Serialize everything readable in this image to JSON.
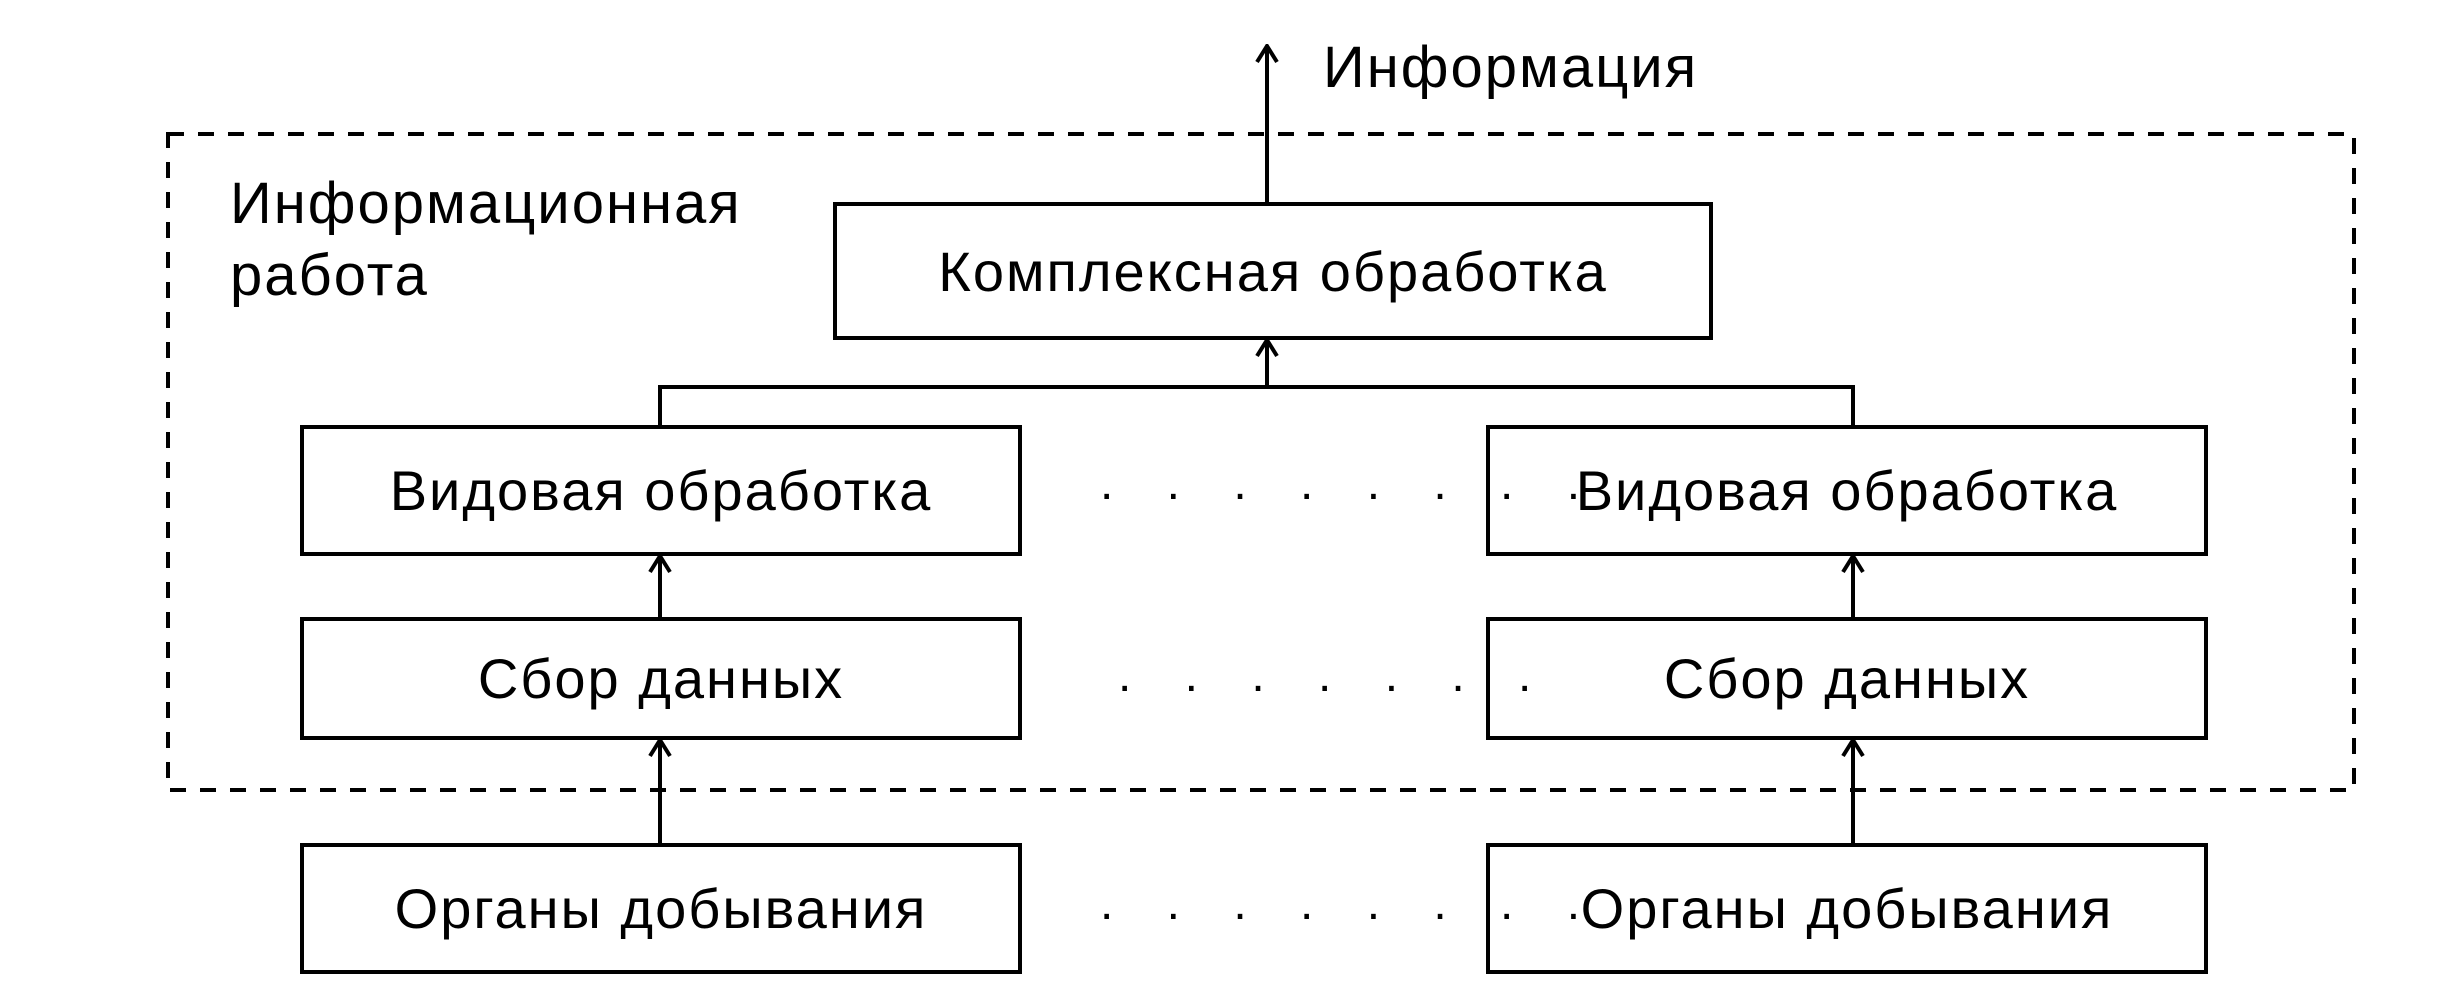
{
  "output_label": "Информация",
  "group_label_line1": "Информационная",
  "group_label_line2": "работа",
  "nodes": {
    "complex": "Комплексная обработка",
    "type_left": "Видовая обработка",
    "type_right": "Видовая обработка",
    "collect_left": "Сбор данных",
    "collect_right": "Сбор данных",
    "organs_left": "Органы добывания",
    "organs_right": "Органы добывания"
  },
  "ellipsis": {
    "row1": ". . . . . . . .",
    "row2": ". . . . . . .",
    "row3": ". . . . . . . ."
  }
}
